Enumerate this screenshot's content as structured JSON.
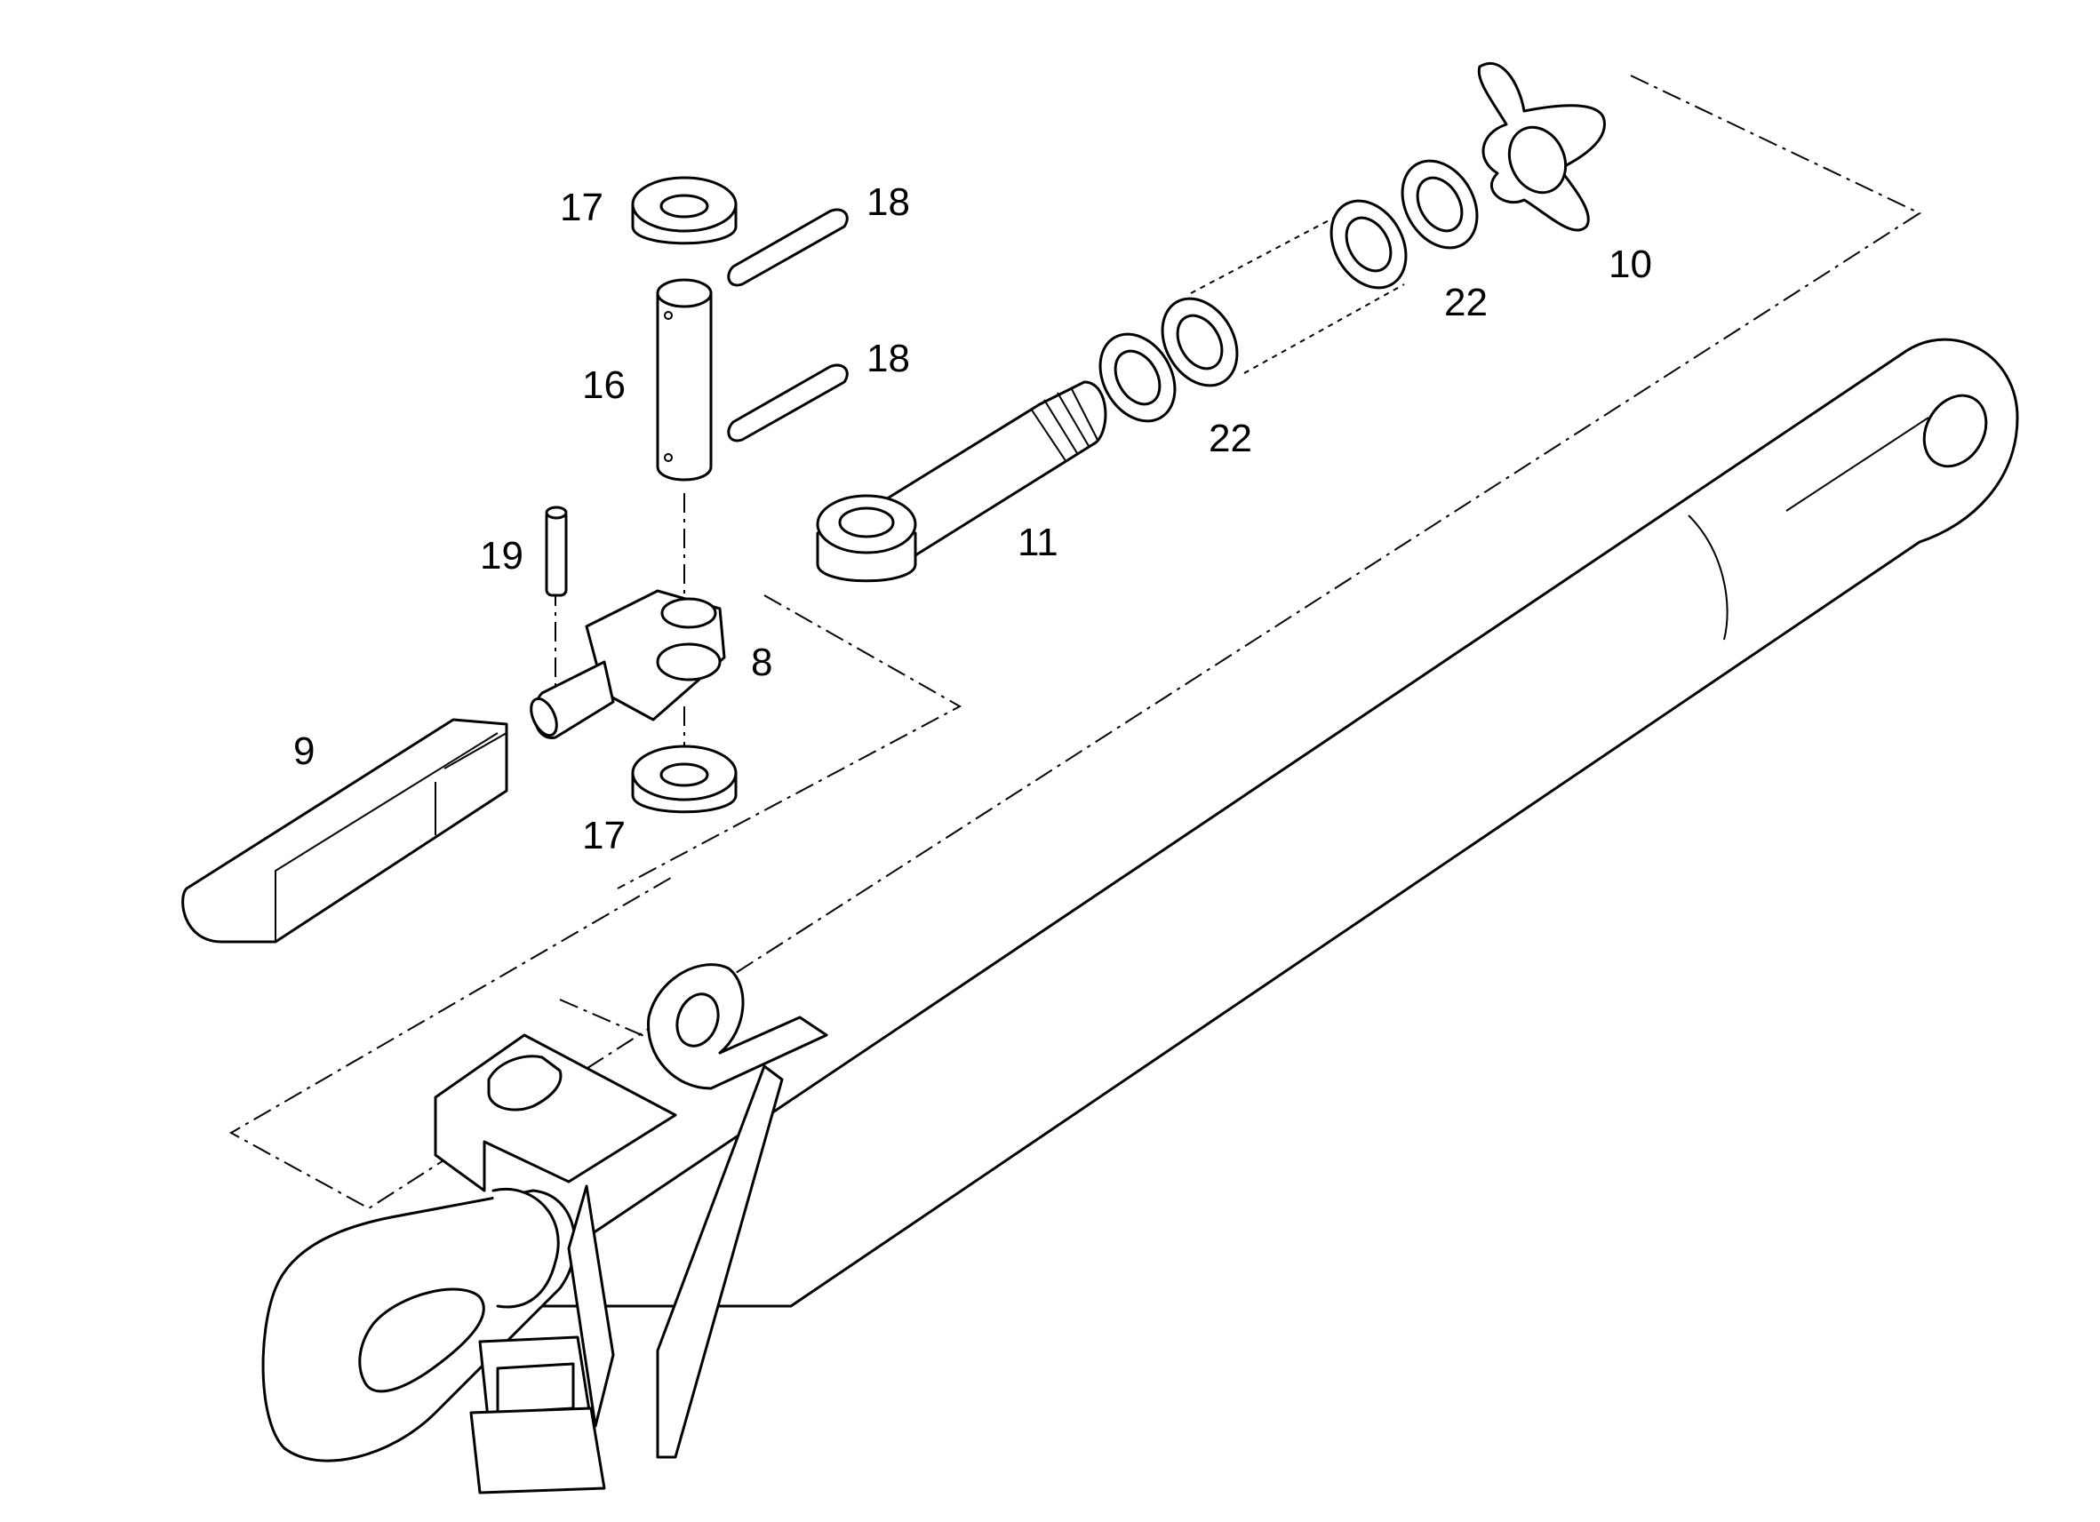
{
  "diagram": {
    "callouts": [
      {
        "id": "c17a",
        "text": "17"
      },
      {
        "id": "c18a",
        "text": "18"
      },
      {
        "id": "c18b",
        "text": "18"
      },
      {
        "id": "c16",
        "text": "16"
      },
      {
        "id": "c19",
        "text": "19"
      },
      {
        "id": "c8",
        "text": "8"
      },
      {
        "id": "c9",
        "text": "9"
      },
      {
        "id": "c17b",
        "text": "17"
      },
      {
        "id": "c11",
        "text": "11"
      },
      {
        "id": "c22a",
        "text": "22"
      },
      {
        "id": "c22b",
        "text": "22"
      },
      {
        "id": "c10",
        "text": "10"
      }
    ]
  }
}
